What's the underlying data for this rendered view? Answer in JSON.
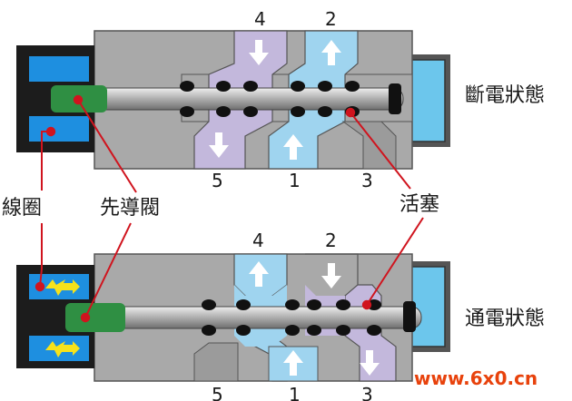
{
  "labels": {
    "coil": "線圈",
    "pilot_valve": "先導閥",
    "piston": "活塞",
    "state_off": "斷電狀態",
    "state_on": "通電狀態"
  },
  "ports": {
    "p4": "4",
    "p2": "2",
    "p5": "5",
    "p1": "1",
    "p3": "3"
  },
  "watermark": "www.6x0.cn",
  "colors": {
    "body_gray": "#a9a9a9",
    "body_stroke": "#555555",
    "coil_frame": "#1c1c1c",
    "coil_blue": "#1e8fe0",
    "pilot_green": "#2f8f43",
    "pressure_blue": "#9fd4ef",
    "exhaust_purple": "#c3b8dc",
    "leader_red": "#d0141e",
    "watermark": "#e8420c"
  },
  "icons": {
    "arrow_up": "up-arrow-icon",
    "arrow_down": "down-arrow-icon",
    "coil_energized": "lightning-arrow-icon"
  }
}
